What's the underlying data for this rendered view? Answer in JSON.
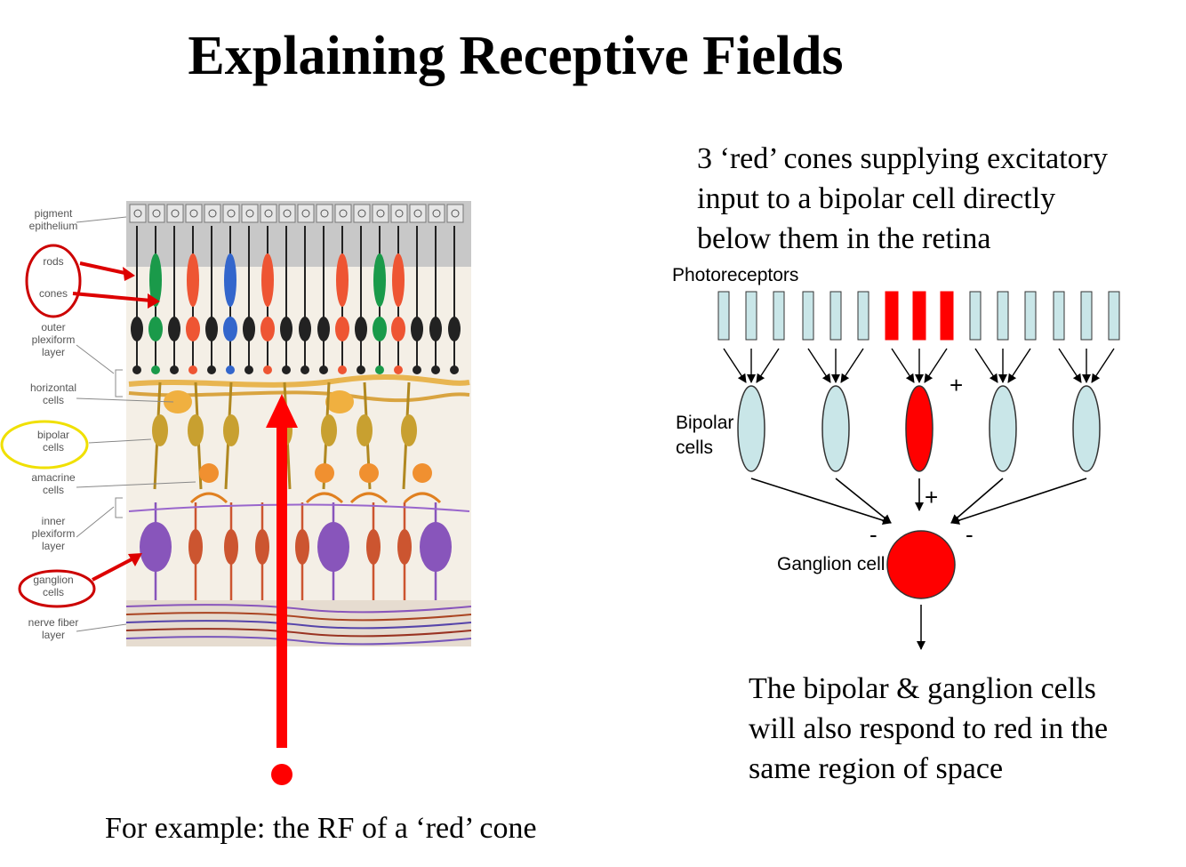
{
  "title": "Explaining Receptive Fields",
  "retina": {
    "labels": [
      "pigment",
      "epithelium",
      "rods",
      "cones",
      "outer",
      "plexiform",
      "layer",
      "horizontal",
      "cells",
      "bipolar",
      "cells",
      "amacrine",
      "cells",
      "inner",
      "plexiform",
      "layer",
      "ganglion",
      "cells",
      "nerve fiber",
      "layer"
    ]
  },
  "caption_left": "For example: the RF of a ‘red’ cone",
  "right_top_text": [
    "3 ‘red’ cones supplying excitatory",
    "input to a bipolar cell directly",
    "below them in the retina"
  ],
  "schematic": {
    "photoreceptors_label": "Photoreceptors",
    "bipolar_label_1": "Bipolar",
    "bipolar_label_2": "cells",
    "ganglion_label": "Ganglion cell",
    "plus_sign": "+",
    "minus_sign": "-",
    "colors": {
      "red": "#ff0000",
      "cell": "#c9e6e8",
      "stroke": "#333333"
    }
  },
  "bottom_right_text": [
    "The bipolar & ganglion cells",
    "will also respond to red in the",
    "same region of space"
  ]
}
